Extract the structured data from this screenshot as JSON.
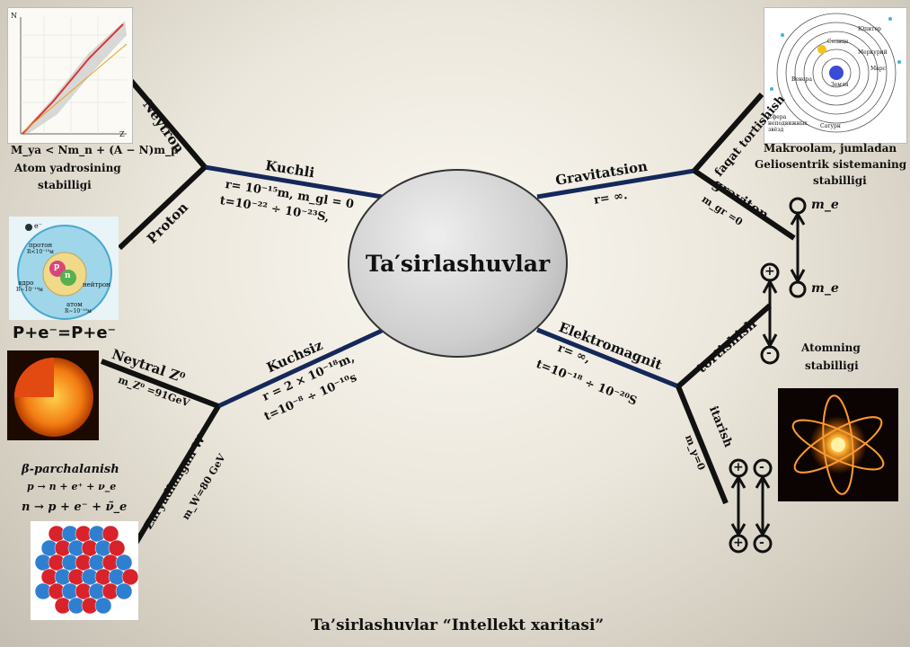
{
  "center": {
    "title": "Ta′sirlashuvlar"
  },
  "footer": {
    "title": "Ta’sirlashuvlar “Intellekt xaritasi”"
  },
  "strong": {
    "label": "Kuchli",
    "formula1": "r= 10⁻¹⁵m, m_gl = 0",
    "formula2": "t=10⁻²² ÷ 10⁻²³S,",
    "branch_top": "Neytron",
    "branch_bottom": "Proton",
    "mass_formula": "M_ya < Nm_n + (A − N)m_p",
    "caption1": "Atom yadrosining",
    "caption2": "stabilligi",
    "equation": "P+e⁻=P+e⁻",
    "atom_labels": [
      "протон",
      "R<10⁻¹⁵м",
      "ядро",
      "R~10⁻¹⁴м",
      "нейтрон",
      "атом",
      "R~10⁻¹⁰м",
      "e⁻",
      "p",
      "n"
    ],
    "chart_axis": [
      "N",
      "Z"
    ]
  },
  "weak": {
    "label": "Kuchsiz",
    "formula1": "r = 2 × 10⁻¹⁸m,",
    "formula2": "t=10⁻⁸ ÷ 10⁻¹⁰s",
    "branch_top": "Neytral  Z⁰",
    "branch_top_mass": "m_Z⁰ =91GeV",
    "branch_bottom": "Zaryadlangan W⁺⁻",
    "branch_bottom_mass": "m_W=80 GeV",
    "decay_title": "β-parchalanish",
    "decay1": "p → n + e⁺ + ν_e",
    "decay2": "n → p + e⁻ + ν̃_e"
  },
  "gravity": {
    "label": "Gravitatsion",
    "formula": "r= ∞.",
    "branch_top": "faqat tortishish",
    "branch_bottom": "graviton",
    "branch_bottom_mass": "m_gr =0",
    "caption1": "Makroolam, jumladan",
    "caption2": "Geliosentrik sistemaning",
    "caption3": "stabilligi",
    "particle": "m_e",
    "orbit_labels": [
      "Юпитер",
      "Солнце",
      "Меркурий",
      "Марс",
      "Земля",
      "Венера",
      "Сатурн",
      "Сфера неподвижных звёзд"
    ]
  },
  "em": {
    "label": "Elektromagnit",
    "formula1": "r= ∞,",
    "formula2": "t=10⁻¹⁸ ÷ 10⁻²⁰S",
    "branch_top": "tortishish",
    "branch_bottom": "itarish",
    "branch_bottom_mass": "m_γ=0",
    "caption1": "Atomning",
    "caption2": "stabilligi",
    "plus": "+",
    "minus": "-"
  },
  "colors": {
    "link": "#14285a",
    "branch": "#111111"
  }
}
